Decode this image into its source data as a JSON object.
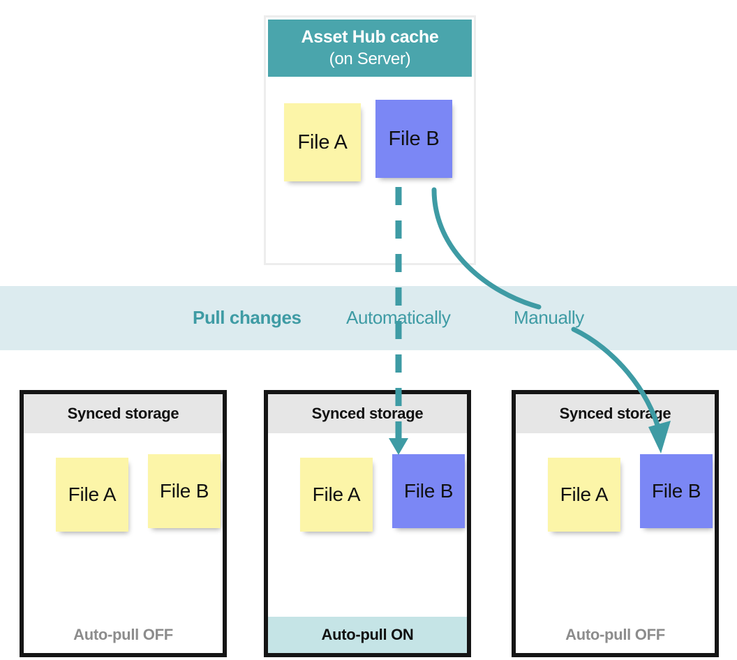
{
  "colors": {
    "teal": "#4AA5AC",
    "teal_text": "#3E9BA4",
    "band_bg": "#DCEBEF",
    "footer_on_bg": "#C5E4E6",
    "note_yellow": "#FCF5A8",
    "note_blue": "#7B87F5",
    "header_gray": "#E6E6E6",
    "box_border": "#151515",
    "off_text": "#8C8C8C"
  },
  "asset_hub": {
    "title": "Asset Hub cache",
    "subtitle": "(on Server)",
    "notes": [
      {
        "label": "File A",
        "color": "yellow"
      },
      {
        "label": "File B",
        "color": "blue"
      }
    ]
  },
  "band": {
    "title": "Pull changes",
    "automatic_label": "Automatically",
    "manual_label": "Manually"
  },
  "storages": [
    {
      "header": "Synced storage",
      "footer": "Auto-pull OFF",
      "auto_pull": "OFF",
      "notes": [
        {
          "label": "File A",
          "color": "yellow"
        },
        {
          "label": "File B",
          "color": "yellow"
        }
      ]
    },
    {
      "header": "Synced storage",
      "footer": "Auto-pull ON",
      "auto_pull": "ON",
      "notes": [
        {
          "label": "File A",
          "color": "yellow"
        },
        {
          "label": "File B",
          "color": "blue"
        }
      ]
    },
    {
      "header": "Synced storage",
      "footer": "Auto-pull OFF",
      "auto_pull": "OFF",
      "notes": [
        {
          "label": "File A",
          "color": "yellow"
        },
        {
          "label": "File B",
          "color": "blue"
        }
      ]
    }
  ],
  "connectors": [
    {
      "name": "automatic-pull-arrow",
      "style": "dashed",
      "from": "asset-hub-file-b",
      "to": "storage-middle-file-b"
    },
    {
      "name": "manual-pull-arrow",
      "style": "solid-curved",
      "from": "asset-hub-file-b",
      "to": "storage-right-file-b"
    }
  ]
}
